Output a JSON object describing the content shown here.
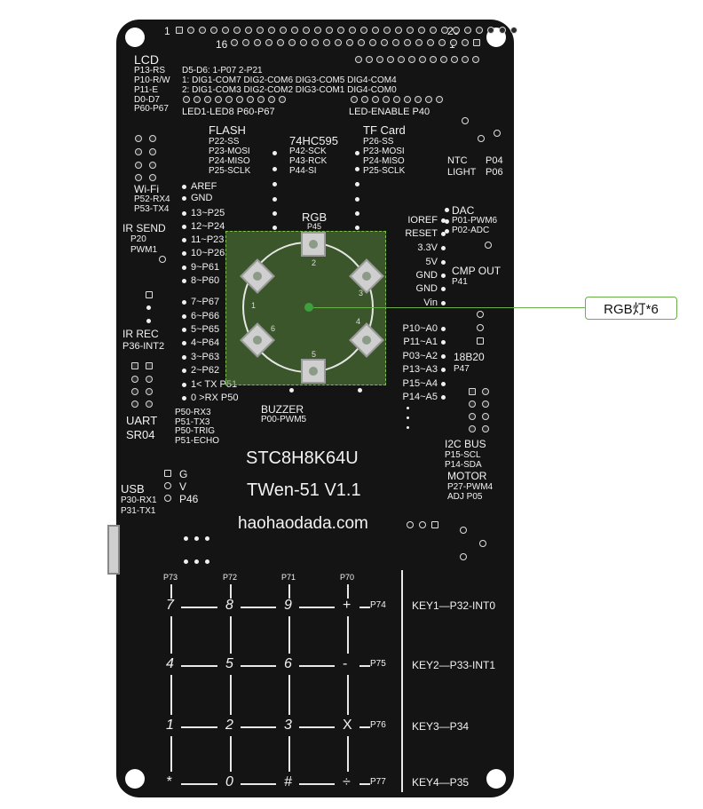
{
  "header": {
    "pin1": "1",
    "pin20": "20",
    "pin16": "16",
    "pin1b": "1"
  },
  "lcd": {
    "title": "LCD",
    "l1": "P13-RS",
    "l2": "P10-R/W",
    "l3": "P11-E",
    "l4": "D0-D7",
    "l5": "P60-P67"
  },
  "digits": {
    "r0": "D5-D6:  1-P07   2-P21",
    "r1": "1:  DIG1-COM7  DIG2-COM6  DIG3-COM5  DIG4-COM4",
    "r2": "2:  DIG1-COM3  DIG2-COM2  DIG3-COM1  DIG4-COM0",
    "led": "LED1-LED8   P60-P67",
    "enable": "LED-ENABLE  P40"
  },
  "flash": {
    "title": "FLASH",
    "l1": "P22-SS",
    "l2": "P23-MOSI",
    "l3": "P24-MISO",
    "l4": "P25-SCLK"
  },
  "hc595": {
    "title": "74HC595",
    "l1": "P42-SCK",
    "l2": "P43-RCK",
    "l3": "P44-SI"
  },
  "tf": {
    "title": "TF Card",
    "l1": "P26-SS",
    "l2": "P23-MOSI",
    "l3": "P24-MISO",
    "l4": "P25-SCLK"
  },
  "ntc": {
    "ntc": "NTC",
    "ntcp": "P04",
    "light": "LIGHT",
    "lightp": "P06"
  },
  "wifi": {
    "title": "Wi-Fi",
    "l1": "P52-RX4",
    "l2": "P53-TX4"
  },
  "ir_send": {
    "title": "IR SEND",
    "l1": "P20",
    "l2": "PWM1"
  },
  "left_pins": [
    "AREF",
    "GND",
    "13~P25",
    "12~P24",
    "11~P23",
    "10~P26",
    "9~P61",
    "8~P60",
    "7~P67",
    "6~P66",
    "5~P65",
    "4~P64",
    "3~P63",
    "2~P62",
    "1< TX P51",
    "0 >RX P50"
  ],
  "rgb": {
    "title": "RGB",
    "pin": "P45",
    "n1": "1",
    "n2": "2",
    "n3": "3",
    "n4": "4",
    "n5": "5",
    "n6": "6",
    "callout": "RGB灯*6"
  },
  "power": [
    "IOREF",
    "RESET",
    "3.3V",
    "5V",
    "GND",
    "GND",
    "Vin"
  ],
  "dac": {
    "title": "DAC",
    "l1": "P01-PWM6",
    "l2": "P02-ADC"
  },
  "cmp": {
    "title": "CMP OUT",
    "l1": "P41"
  },
  "analog": [
    "P10~A0",
    "P11~A1",
    "P03~A2",
    "P13~A3",
    "P15~A4",
    "P14~A5"
  ],
  "ds18b20": {
    "title": "18B20",
    "l1": "P47"
  },
  "ir_rec": {
    "title": "IR REC",
    "l1": "P36-INT2"
  },
  "uart": {
    "title1": "UART",
    "title2": "SR04",
    "l1": "P50-RX3",
    "l2": "P51-TX3",
    "l3": "P50-TRIG",
    "l4": "P51-ECHO"
  },
  "buzzer": {
    "title": "BUZZER",
    "l1": "P00-PWM5"
  },
  "i2c": {
    "title": "I2C BUS",
    "l1": "P15-SCL",
    "l2": "P14-SDA"
  },
  "motor": {
    "title": "MOTOR",
    "l1": "P27-PWM4",
    "l2": "ADJ P05"
  },
  "chip": {
    "name": "STC8H8K64U",
    "version": "TWen-51 V1.1",
    "site": "haohaodada.com"
  },
  "usb": {
    "title": "USB",
    "l1": "P30-RX1",
    "l2": "P31-TX1",
    "g": "G",
    "v": "V",
    "p46": "P46"
  },
  "keypad": {
    "cols": [
      "P73",
      "P72",
      "P71",
      "P70"
    ],
    "rows": [
      {
        "keys": [
          "7",
          "8",
          "9",
          "+"
        ],
        "pin": "P74"
      },
      {
        "keys": [
          "4",
          "5",
          "6",
          "-"
        ],
        "pin": "P75"
      },
      {
        "keys": [
          "1",
          "2",
          "3",
          "X"
        ],
        "pin": "P76"
      },
      {
        "keys": [
          "*",
          "0",
          "#",
          "÷"
        ],
        "pin": "P77"
      }
    ]
  },
  "keys": [
    "KEY1—P32-INT0",
    "KEY2—P33-INT1",
    "KEY3—P34",
    "KEY4—P35"
  ]
}
